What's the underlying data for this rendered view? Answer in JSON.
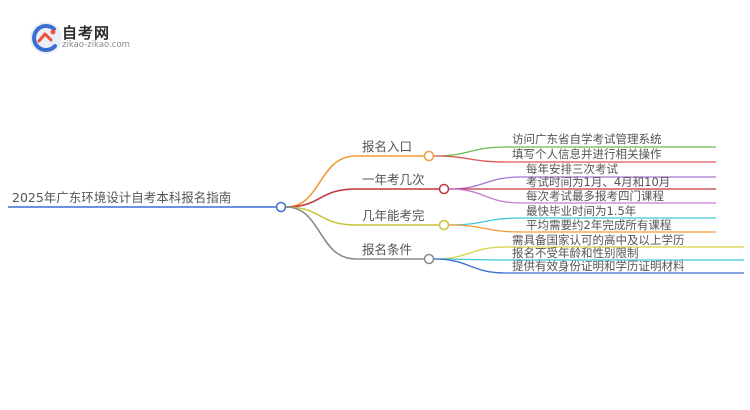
{
  "site": {
    "title": "自考网",
    "url": "zikao-zikao.com"
  },
  "root": {
    "label": "2025年广东环境设计自考本科报名指南"
  },
  "branches": [
    {
      "label": "报名入口",
      "color": "#f39a3a",
      "children": [
        {
          "label": "访问广东省自学考试管理系统",
          "color": "#6dbb4a"
        },
        {
          "label": "填写个人信息并进行相关操作",
          "color": "#e05555"
        }
      ]
    },
    {
      "label": "一年考几次",
      "color": "#c0373f",
      "children": [
        {
          "label": "每年安排三次考试",
          "color": "#a774d2"
        },
        {
          "label": "考试时间为1月、4月和10月",
          "color": "#c0373f"
        },
        {
          "label": "每次考试最多报考四门课程",
          "color": "#c77bd0"
        }
      ]
    },
    {
      "label": "几年能考完",
      "color": "#c9c43d",
      "children": [
        {
          "label": "最快毕业时间为1.5年",
          "color": "#3ec7d8"
        },
        {
          "label": "平均需要约2年完成所有课程",
          "color": "#f39a3a"
        }
      ]
    },
    {
      "label": "报名条件",
      "color": "#8a8a8a",
      "children": [
        {
          "label": "需具备国家认可的高中及以上学历",
          "color": "#d8d24a"
        },
        {
          "label": "报名不受年龄和性别限制",
          "color": "#3ec7d8"
        },
        {
          "label": "提供有效身份证明和学历证明材料",
          "color": "#3b6fd1"
        }
      ]
    }
  ]
}
